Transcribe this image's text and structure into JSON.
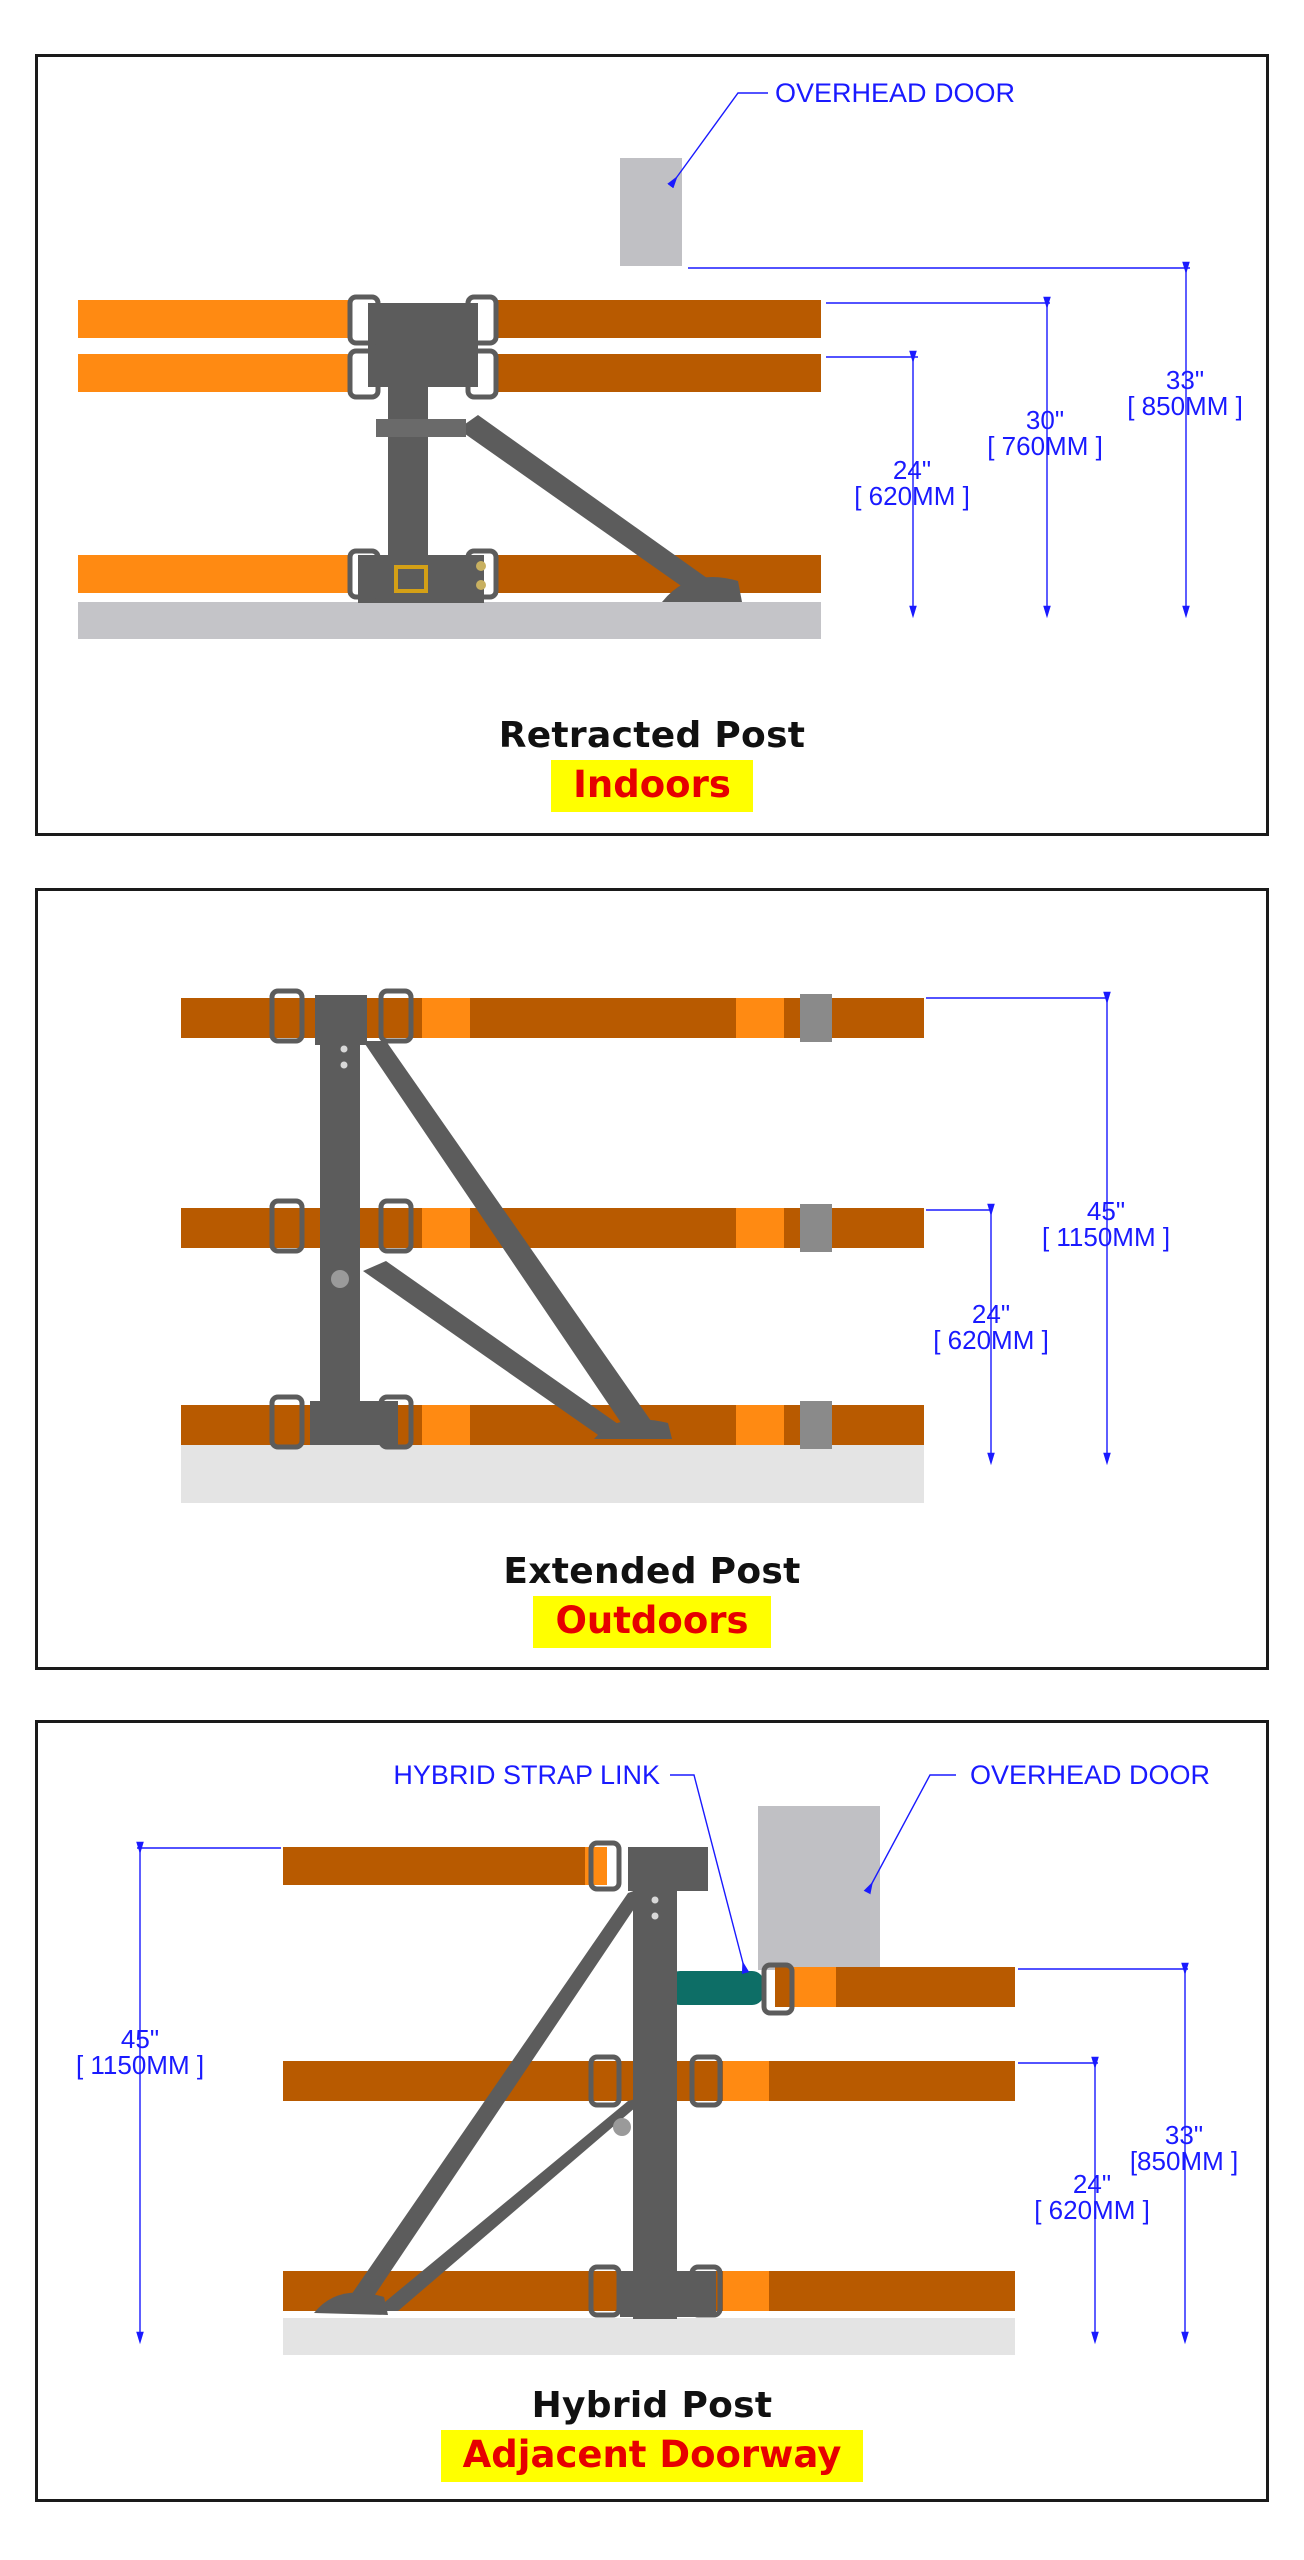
{
  "panels": [
    {
      "title": "Retracted Post",
      "subtitle": "Indoors",
      "callouts": {
        "door": "OVERHEAD DOOR"
      },
      "dims": [
        {
          "inch": "24\"",
          "mm": "[ 620MM ]"
        },
        {
          "inch": "30\"",
          "mm": "[ 760MM ]"
        },
        {
          "inch": "33\"",
          "mm": "[ 850MM ]"
        }
      ]
    },
    {
      "title": "Extended Post",
      "subtitle": "Outdoors",
      "dims": [
        {
          "inch": "45\"",
          "mm": "[ 1150MM ]"
        },
        {
          "inch": "24\"",
          "mm": "[ 620MM ]"
        }
      ]
    },
    {
      "title": "Hybrid Post",
      "subtitle": "Adjacent Doorway",
      "callouts": {
        "link": "HYBRID STRAP LINK",
        "door": "OVERHEAD DOOR"
      },
      "dims": [
        {
          "inch": "45\"",
          "mm": "[ 1150MM ]"
        },
        {
          "inch": "33\"",
          "mm": "[850MM ]"
        },
        {
          "inch": "24\"",
          "mm": "[ 620MM ]"
        }
      ]
    }
  ],
  "colors": {
    "strap_dark": "#b85a00",
    "strap_light": "#ff8a12",
    "post": "#5c5c5c",
    "floor": "#c4c4c8",
    "dimension": "#1a1aff",
    "hybrid_link": "#0d6e66",
    "highlight": "#ffff00",
    "subtitle_text": "#e60000"
  }
}
